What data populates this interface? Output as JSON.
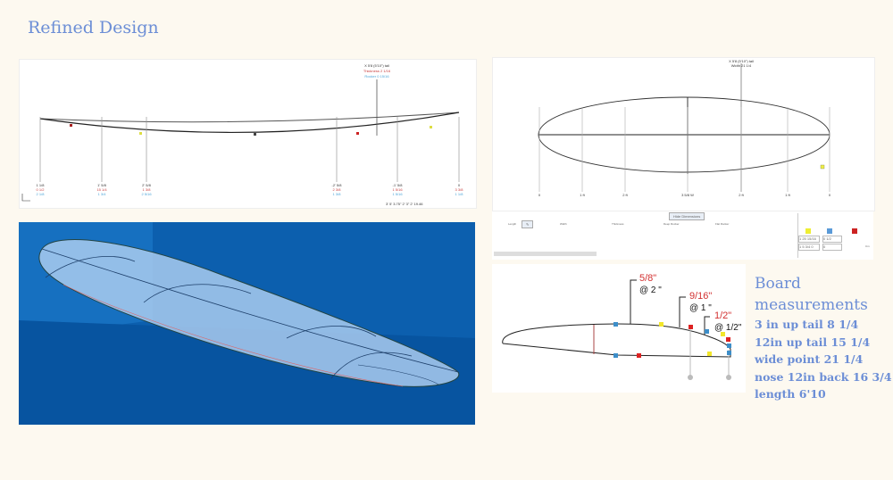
{
  "title": "Refined Design",
  "rocker_view": {
    "top_label": [
      "X 5'8 (5'10\") tail",
      "Thickness 2 1/16",
      "Rocker 0 15/16"
    ],
    "stations": [
      {
        "pos": "1 1/8",
        "v1": "0 1/2",
        "v2": "2 1/8"
      },
      {
        "pos": "1' 5/8",
        "v1": "15 1/4",
        "v2": "1 3/4"
      },
      {
        "pos": "2' 5/8",
        "v1": "1 3/8",
        "v2": "2 5/16"
      },
      {
        "pos": "-2' 5/8",
        "v1": "2 3/8",
        "v2": "1 3/8"
      },
      {
        "pos": "-1' 5/8",
        "v1": "1 5/16",
        "v2": "1 5/16"
      },
      {
        "pos": "0",
        "v1": "3 3/8",
        "v2": "1 1/8"
      }
    ],
    "footer": "3' 5' 3.75\" 2'  3\" 2' 19.46"
  },
  "plan_view": {
    "top_label": [
      "X 5'8 (5'10\") tail",
      "Width 21 1/4"
    ],
    "stations": [
      "0",
      "1 ft",
      "2 ft",
      "3 5/8 W",
      "2 ft",
      "1 ft",
      "0"
    ]
  },
  "controls": {
    "hide_button": "Hide Dimensions",
    "columns": [
      "Length",
      "Width",
      "Thickness",
      "Deep Rocker",
      "Flat Rocker"
    ],
    "inputs": [
      "1 25 15/16",
      "0 1/2",
      "1 5 3/4 0",
      "0"
    ],
    "unit": "Cm"
  },
  "rail_view": {
    "dims": [
      {
        "value": "5/8\"",
        "at": "@ 2 \""
      },
      {
        "value": "9/16\"",
        "at": "@ 1 \""
      },
      {
        "value": "1/2\"",
        "at": "@ 1/2\""
      }
    ]
  },
  "measurements": {
    "heading": "Board measurements",
    "items": [
      "3 in up tail 8 1/4",
      "12in up tail 15 1/4",
      "wide point 21 1/4",
      "nose 12in back 16 3/4",
      "length 6'10"
    ]
  },
  "colors": {
    "accent": "#6c8ed6",
    "red": "#d23030",
    "marker_blue": "#3d8ec9",
    "marker_yellow": "#f2e62a"
  }
}
